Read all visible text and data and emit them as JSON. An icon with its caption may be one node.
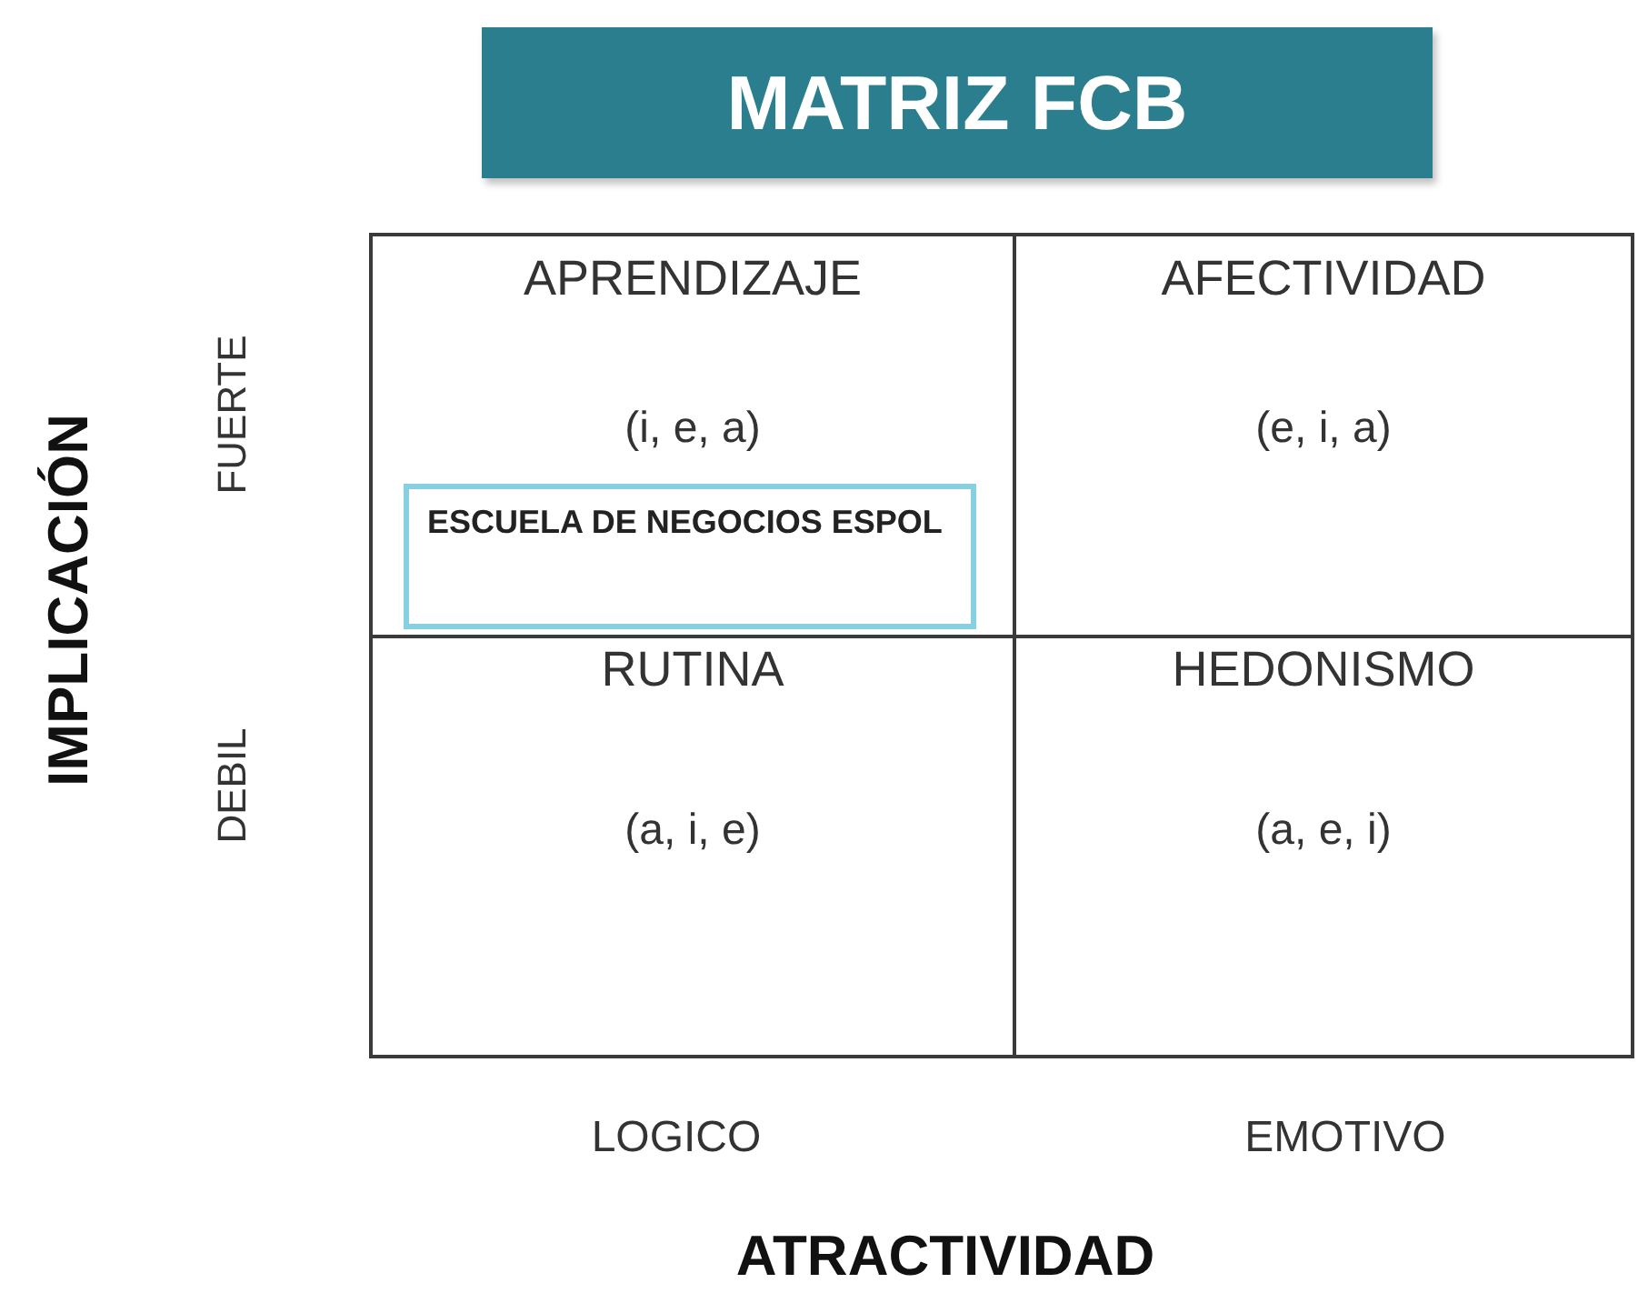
{
  "diagram": {
    "title": "MATRIZ FCB",
    "nodes": [
      {
        "text": [
          "APRENDIZAJE",
          "(i, e, a)"
        ]
      },
      {
        "text": [
          "AFECTIVIDAD",
          "(e, i, a)"
        ]
      },
      {
        "text": [
          "RUTINA",
          "(a, i, e)"
        ]
      },
      {
        "text": [
          "HEDONISMO",
          "(a, e, i)"
        ]
      },
      {
        "text": [
          "ESCUELA DE NEGOCIOS ESPOL"
        ],
        "in": 0
      }
    ],
    "labels": [
      "IMPLICACIÓN",
      "FUERTE",
      "DEBIL",
      "LOGICO",
      "EMOTIVO",
      "ATRACTIVIDAD"
    ]
  }
}
